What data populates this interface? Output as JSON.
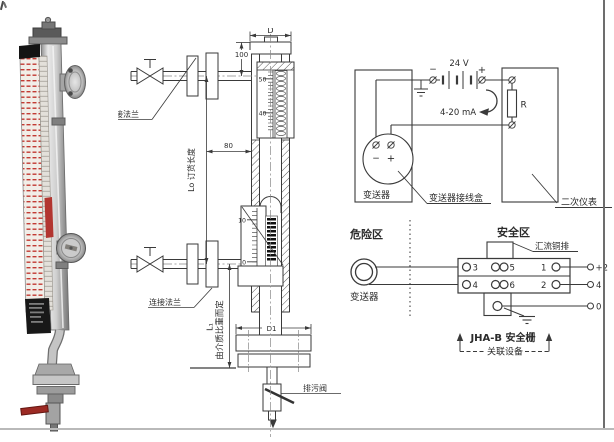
{
  "drawing": {
    "dim_d": "D",
    "dim_100": "100",
    "dim_80": "80",
    "dim_lo": "Lo 订货长度",
    "dim_l1": "L₁",
    "dim_l1_note": "由介质比重而定",
    "dim_d1": "D1",
    "scale_50": "50",
    "scale_40": "40",
    "scale_10": "10",
    "scale_0": "0",
    "label_top_flange": "连接法兰",
    "label_bottom_flange": "连接法兰",
    "label_drain_valve": "排污阀"
  },
  "loop_diagram": {
    "supply": "24 V",
    "supply_minus": "−",
    "supply_plus": "+",
    "current": "4-20 mA",
    "resistor": "R",
    "terminal_minus": "−",
    "terminal_plus": "+",
    "transmitter": "变送器",
    "junction_box": "变送器接线盒",
    "secondary_instrument": "二次仪表"
  },
  "barrier_diagram": {
    "hazardous_area": "危险区",
    "safe_area": "安全区",
    "busbar": "汇流铜排",
    "transmitter": "变送器",
    "terminal_3": "3",
    "terminal_5": "5",
    "terminal_1": "1",
    "terminal_4": "4",
    "terminal_6": "6",
    "terminal_2": "2",
    "output_plus24": "+2",
    "output_420": "4",
    "output_0": "0",
    "barrier_name": "JHA-B 安全栅",
    "associated_equipment": "关联设备"
  },
  "colors": {
    "zone_red": "#e60012",
    "line": "#3a3a3a",
    "flapper_red": "#b23530"
  }
}
